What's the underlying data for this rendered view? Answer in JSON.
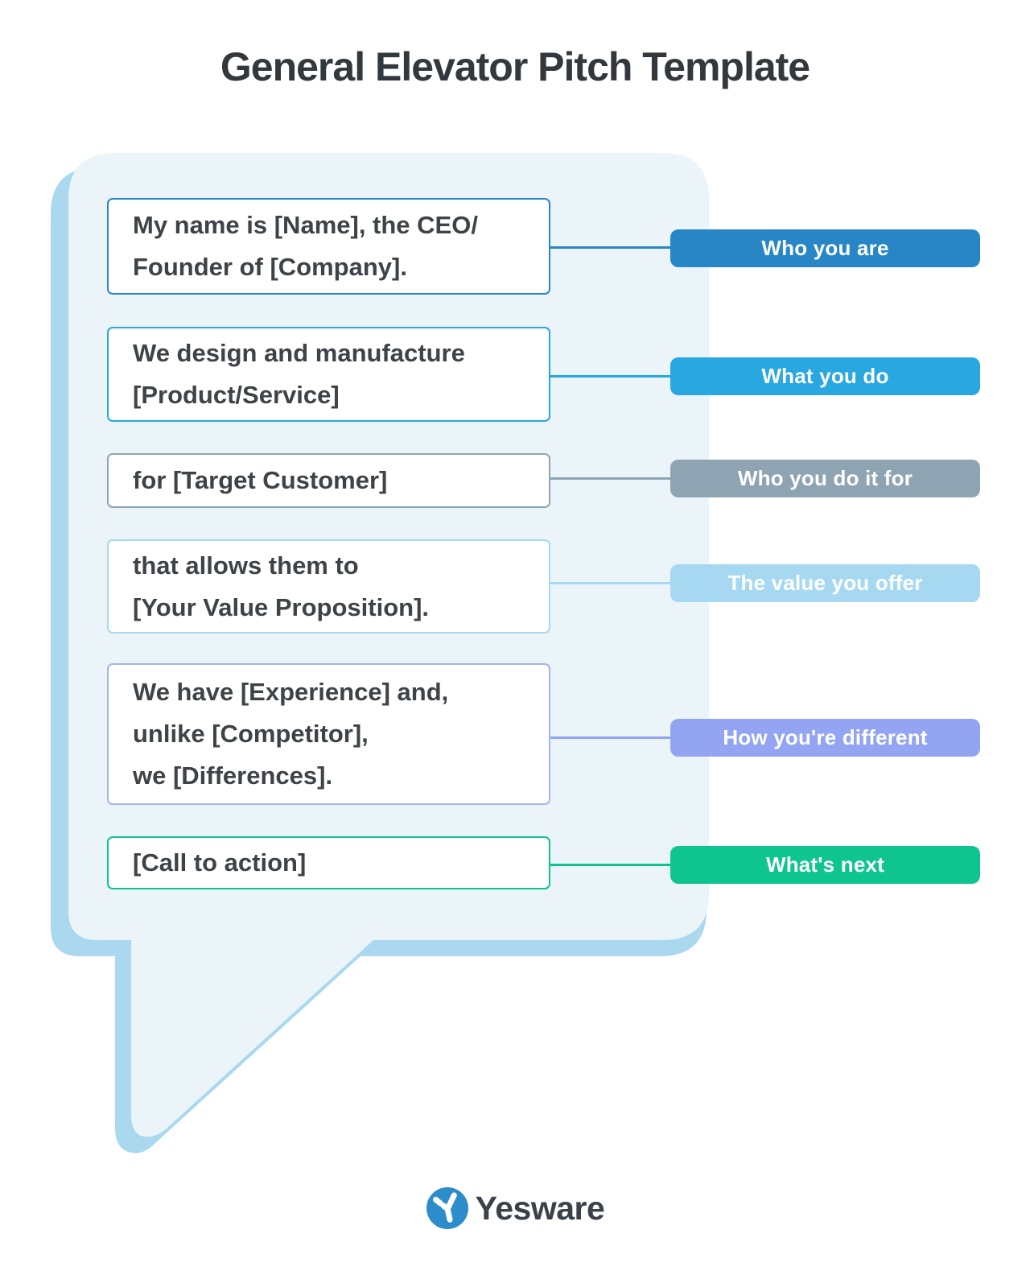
{
  "title": "General Elevator Pitch Template",
  "bubble": {
    "fill": "#EAF4F9",
    "shadow": "#A9D8EF"
  },
  "rows": [
    {
      "lines": [
        "My name is [Name], the CEO/",
        "Founder of [Company]."
      ],
      "label": "Who you are",
      "label_color": "#2886C7",
      "box_border": "#2886C7",
      "connector_color": "#2886C7"
    },
    {
      "lines": [
        "We design and manufacture",
        "[Product/Service]"
      ],
      "label": "What you do",
      "label_color": "#29A7E0",
      "box_border": "#29A7E0",
      "connector_color": "#29A7E0"
    },
    {
      "lines": [
        "for [Target Customer]"
      ],
      "label": "Who you do it for",
      "label_color": "#8FA4B3",
      "box_border": "#8FA4B3",
      "connector_color": "#8FA4B3"
    },
    {
      "lines": [
        "that allows them to",
        "[Your Value Proposition]."
      ],
      "label": "The value you offer",
      "label_color": "#A6D9F1",
      "box_border": "#A6D9F1",
      "connector_color": "#A6D9F1"
    },
    {
      "lines": [
        "We have [Experience] and,",
        "unlike [Competitor],",
        "we [Differences]."
      ],
      "label": "How you're different",
      "label_color": "#93A4F2",
      "box_border": "#A7B2F2",
      "connector_color": "#93A4F2"
    },
    {
      "lines": [
        "[Call to action]"
      ],
      "label": "What's next",
      "label_color": "#0EC48F",
      "box_border": "#0EC48F",
      "connector_color": "#0EC48F"
    }
  ],
  "footer": {
    "brand": "Yesware",
    "logo_blue": "#2D8DCB",
    "text_color": "#3A4148"
  }
}
